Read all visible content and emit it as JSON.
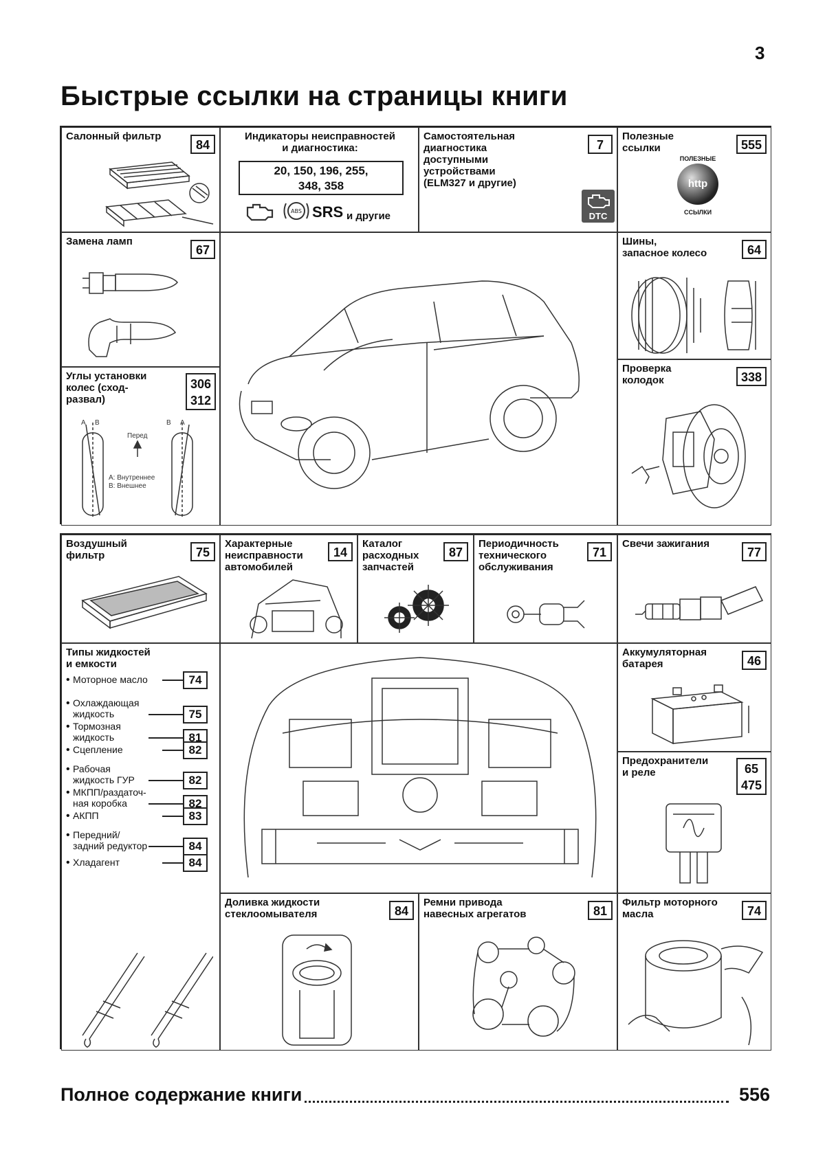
{
  "page_number": "3",
  "title": "Быстрые ссылки на страницы книги",
  "top_section": {
    "cabin_filter": {
      "label": "Салонный фильтр",
      "page": "84"
    },
    "diagnostics_indicators": {
      "label": "Индикаторы неисправностей\nи диагностика:",
      "pages": "20, 150, 196, 255,\n348, 358",
      "srs": "SRS",
      "others": "и другие"
    },
    "self_diagnostics": {
      "label": "Самостоятельная\nдиагностика\nдоступными\nустройствами\n(ELM327 и другие)",
      "page": "7",
      "icon_text": "DTC"
    },
    "useful_links": {
      "label": "Полезные\nссылки",
      "page": "555",
      "badge_top": "ПОЛЕЗНЫЕ",
      "badge_bottom": "ССЫЛКИ",
      "badge_center": "http"
    },
    "lamps": {
      "label": "Замена ламп",
      "page": "67"
    },
    "tires": {
      "label": "Шины,\nзапасное колесо",
      "page": "64"
    },
    "wheel_alignment": {
      "label": "Углы установки\nколес (сход-\nразвал)",
      "page_a": "306",
      "page_b": "312",
      "front": "Перед",
      "legend": "A: Внутреннее\nB: Внешнее",
      "mark_a": "A",
      "mark_b": "B"
    },
    "brake_pads": {
      "label": "Проверка\nколодок",
      "page": "338"
    }
  },
  "bottom_section": {
    "air_filter": {
      "label": "Воздушный\nфильтр",
      "page": "75"
    },
    "typical_faults": {
      "label": "Характерные\nнеисправности\nавтомобилей",
      "page": "14"
    },
    "parts_catalog": {
      "label": "Каталог\nрасходных\nзапчастей",
      "page": "87"
    },
    "maintenance": {
      "label": "Периодичность\nтехнического\nобслуживания",
      "page": "71"
    },
    "spark_plugs": {
      "label": "Свечи зажигания",
      "page": "77"
    },
    "fluids": {
      "label": "Типы жидкостей\nи емкости",
      "items": [
        {
          "name": "Моторное масло",
          "page": "74"
        },
        {
          "name": "Охлаждающая\nжидкость",
          "page": "75"
        },
        {
          "name": "Тормозная\nжидкость",
          "page": "81"
        },
        {
          "name": "Сцепление",
          "page": "82"
        },
        {
          "name": "Рабочая\nжидкость ГУР",
          "page": "82"
        },
        {
          "name": "МКПП/раздаточ-\nная коробка",
          "page": "82"
        },
        {
          "name": "АКПП",
          "page": "83"
        },
        {
          "name": "Передний/\nзадний редуктор",
          "page": "84"
        },
        {
          "name": "Хладагент",
          "page": "84"
        }
      ]
    },
    "battery": {
      "label": "Аккумуляторная\nбатарея",
      "page": "46"
    },
    "fuses": {
      "label": "Предохранители\nи реле",
      "page_a": "65",
      "page_b": "475"
    },
    "washer_fluid": {
      "label": "Доливка жидкости\nстеклоомывателя",
      "page": "84"
    },
    "drive_belts": {
      "label": "Ремни привода\nнавесных агрегатов",
      "page": "81"
    },
    "oil_filter": {
      "label": "Фильтр моторного\nмасла",
      "page": "74"
    }
  },
  "toc": {
    "label": "Полное содержание книги",
    "page": "556"
  }
}
